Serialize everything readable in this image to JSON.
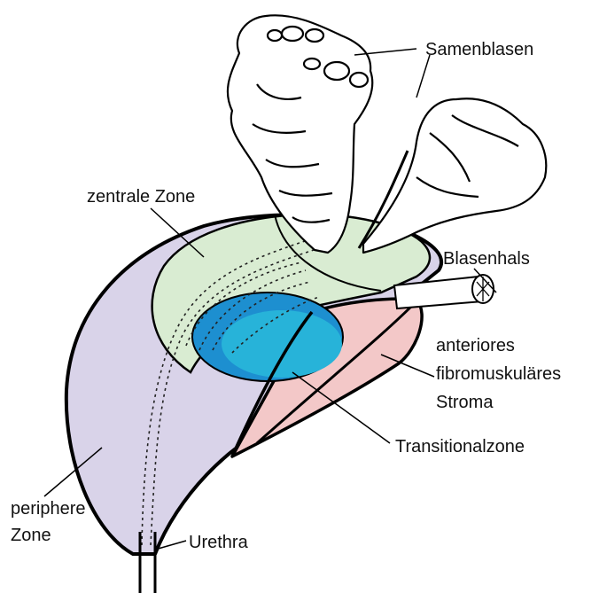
{
  "labels": {
    "seminal_vesicles": "Samenblasen",
    "central_zone": "zentrale Zone",
    "bladder_neck": "Blasenhals",
    "fibromuscular_stroma": [
      "anteriores",
      "fibromuskuläres",
      "Stroma"
    ],
    "transition_zone": "Transitionalzone",
    "peripheral_zone": [
      "periphere",
      "Zone"
    ],
    "urethra": "Urethra"
  },
  "colors": {
    "peripheral_zone": "#d9d3e9",
    "central_zone": "#d9ecd2",
    "transition_zone_outer": "#1d8fd0",
    "transition_zone_inner": "#27b3d9",
    "fibromuscular_stroma": "#f3c8c8",
    "outline": "#000000"
  }
}
